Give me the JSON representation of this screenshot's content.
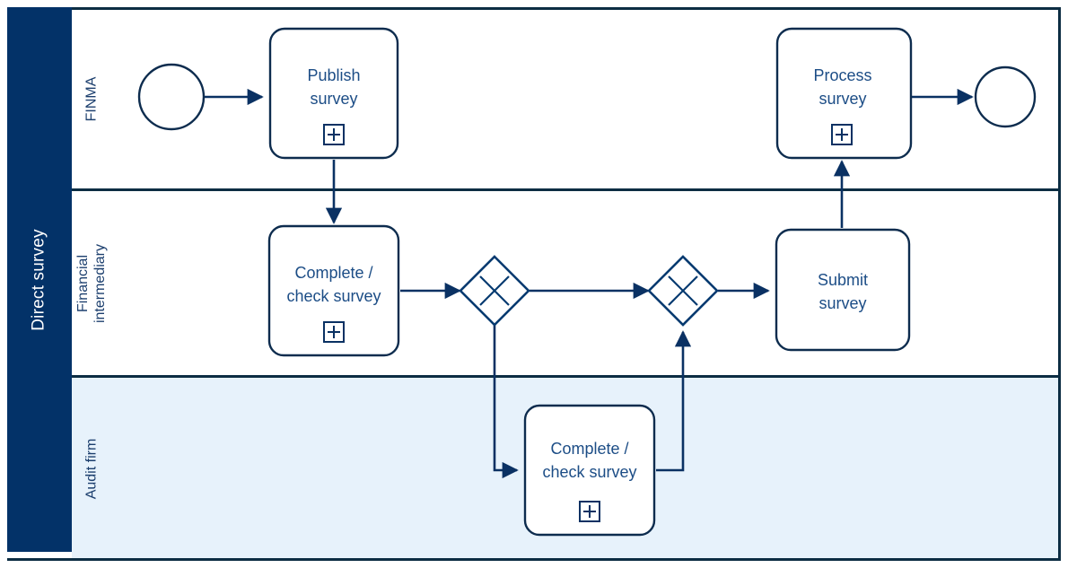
{
  "diagram": {
    "type": "bpmn-collaboration",
    "pool": {
      "name": "pool",
      "label": "Direct survey",
      "header_color": "#033268",
      "border_color": "#0c2d43"
    },
    "lanes": [
      {
        "id": "finma",
        "label": "FINMA",
        "background": "#ffffff"
      },
      {
        "id": "intermediary",
        "label": "Financial\nintermediary",
        "background": "#ffffff"
      },
      {
        "id": "audit",
        "label": "Audit firm",
        "background": "#e7f2fb"
      }
    ],
    "lane_labels": {
      "finma": "FINMA",
      "intermediary_line1": "Financial",
      "intermediary_line2": "intermediary",
      "audit": "Audit firm"
    },
    "events": [
      {
        "id": "start-event",
        "kind": "start-event",
        "lane": "finma",
        "label": ""
      },
      {
        "id": "end-event",
        "kind": "end-event",
        "lane": "finma",
        "label": ""
      }
    ],
    "tasks": [
      {
        "id": "publish-survey",
        "lane": "finma",
        "line1": "Publish",
        "line2": "survey",
        "marker": "collapsed-subprocess-plus"
      },
      {
        "id": "process-survey",
        "lane": "finma",
        "line1": "Process",
        "line2": "survey",
        "marker": "collapsed-subprocess-plus"
      },
      {
        "id": "complete-check-survey-fi",
        "lane": "intermediary",
        "line1": "Complete /",
        "line2": "check survey",
        "marker": "collapsed-subprocess-plus"
      },
      {
        "id": "submit-survey",
        "lane": "intermediary",
        "line1": "Submit",
        "line2": "survey",
        "marker": "none"
      },
      {
        "id": "complete-check-survey-audit",
        "lane": "audit",
        "line1": "Complete /",
        "line2": "check survey",
        "marker": "collapsed-subprocess-plus"
      }
    ],
    "gateways": [
      {
        "id": "parallel-gateway-split",
        "kind": "parallel-gateway",
        "lane": "intermediary",
        "label": ""
      },
      {
        "id": "parallel-gateway-join",
        "kind": "parallel-gateway",
        "lane": "intermediary",
        "label": ""
      }
    ],
    "flows": [
      {
        "id": "flow-start-to-publish",
        "from": "start-event",
        "to": "publish-survey",
        "label": ""
      },
      {
        "id": "flow-publish-to-complete-fi",
        "from": "publish-survey",
        "to": "complete-check-survey-fi",
        "label": ""
      },
      {
        "id": "flow-complete-fi-to-split",
        "from": "complete-check-survey-fi",
        "to": "parallel-gateway-split",
        "label": ""
      },
      {
        "id": "flow-split-to-join",
        "from": "parallel-gateway-split",
        "to": "parallel-gateway-join",
        "label": ""
      },
      {
        "id": "flow-split-to-audit",
        "from": "parallel-gateway-split",
        "to": "complete-check-survey-audit",
        "label": ""
      },
      {
        "id": "flow-audit-to-join",
        "from": "complete-check-survey-audit",
        "to": "parallel-gateway-join",
        "label": ""
      },
      {
        "id": "flow-join-to-submit",
        "from": "parallel-gateway-join",
        "to": "submit-survey",
        "label": ""
      },
      {
        "id": "flow-submit-to-process",
        "from": "submit-survey",
        "to": "process-survey",
        "label": ""
      },
      {
        "id": "flow-process-to-end",
        "from": "process-survey",
        "to": "end-event",
        "label": ""
      }
    ],
    "colors": {
      "pool_header": "#033268",
      "pool_header_text": "#ffffff",
      "lane_tint": "#e7f2fb",
      "border": "#0c2d43",
      "shape_stroke": "#0d2c4e",
      "flow_stroke": "#0a3163",
      "text": "#1c4d86"
    }
  }
}
